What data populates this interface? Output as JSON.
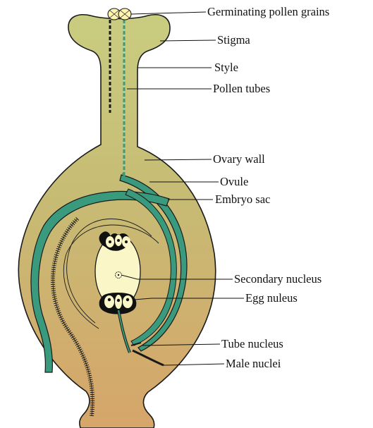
{
  "labels": {
    "germinating_pollen_grains": "Germinating pollen grains",
    "stigma": "Stigma",
    "style": "Style",
    "pollen_tubes": "Pollen tubes",
    "ovary_wall": "Ovary wall",
    "ovule": "Ovule",
    "embryo_sac": "Embryo sac",
    "secondary_nucleus": "Secondary nucleus",
    "egg_nucleus": "Egg nuleus",
    "tube_nucleus": "Tube nucleus",
    "male_nuclei": "Male nuclei"
  },
  "colors": {
    "stigma_fill": "#cfd487",
    "ovary_fill_top": "#c9c178",
    "ovary_fill_bottom": "#d3a86a",
    "ovule_teal": "#3a9a7d",
    "embryo_sac_fill": "#fbf6c8",
    "pollen_grain": "#fff3b0",
    "outline": "#1a1a1a"
  }
}
